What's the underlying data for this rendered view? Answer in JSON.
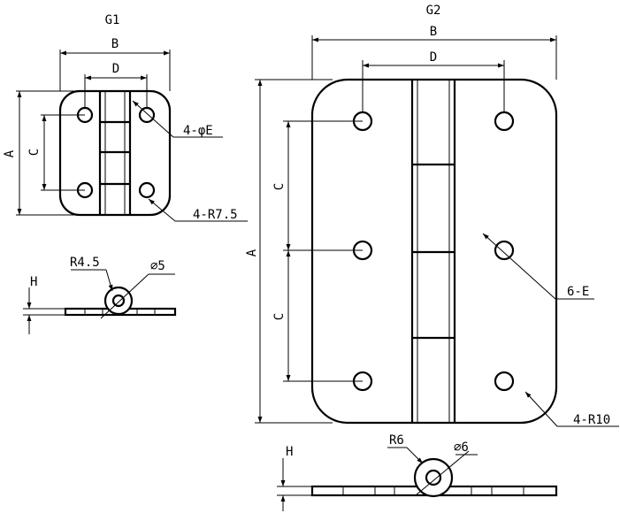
{
  "g1": {
    "title": "G1",
    "dim_a": "A",
    "dim_b": "B",
    "dim_c": "C",
    "dim_d": "D",
    "dim_h": "H",
    "hole_callout": "4-φE",
    "corner_callout": "4-R7.5",
    "knuckle_radius": "R4.5",
    "pin_diameter": "⌀5"
  },
  "g2": {
    "title": "G2",
    "dim_a": "A",
    "dim_b": "B",
    "dim_c_upper": "C",
    "dim_c_lower": "C",
    "dim_d": "D",
    "dim_h": "H",
    "hole_callout": "6-E",
    "corner_callout": "4-R10",
    "knuckle_radius": "R6",
    "pin_diameter": "⌀6"
  }
}
